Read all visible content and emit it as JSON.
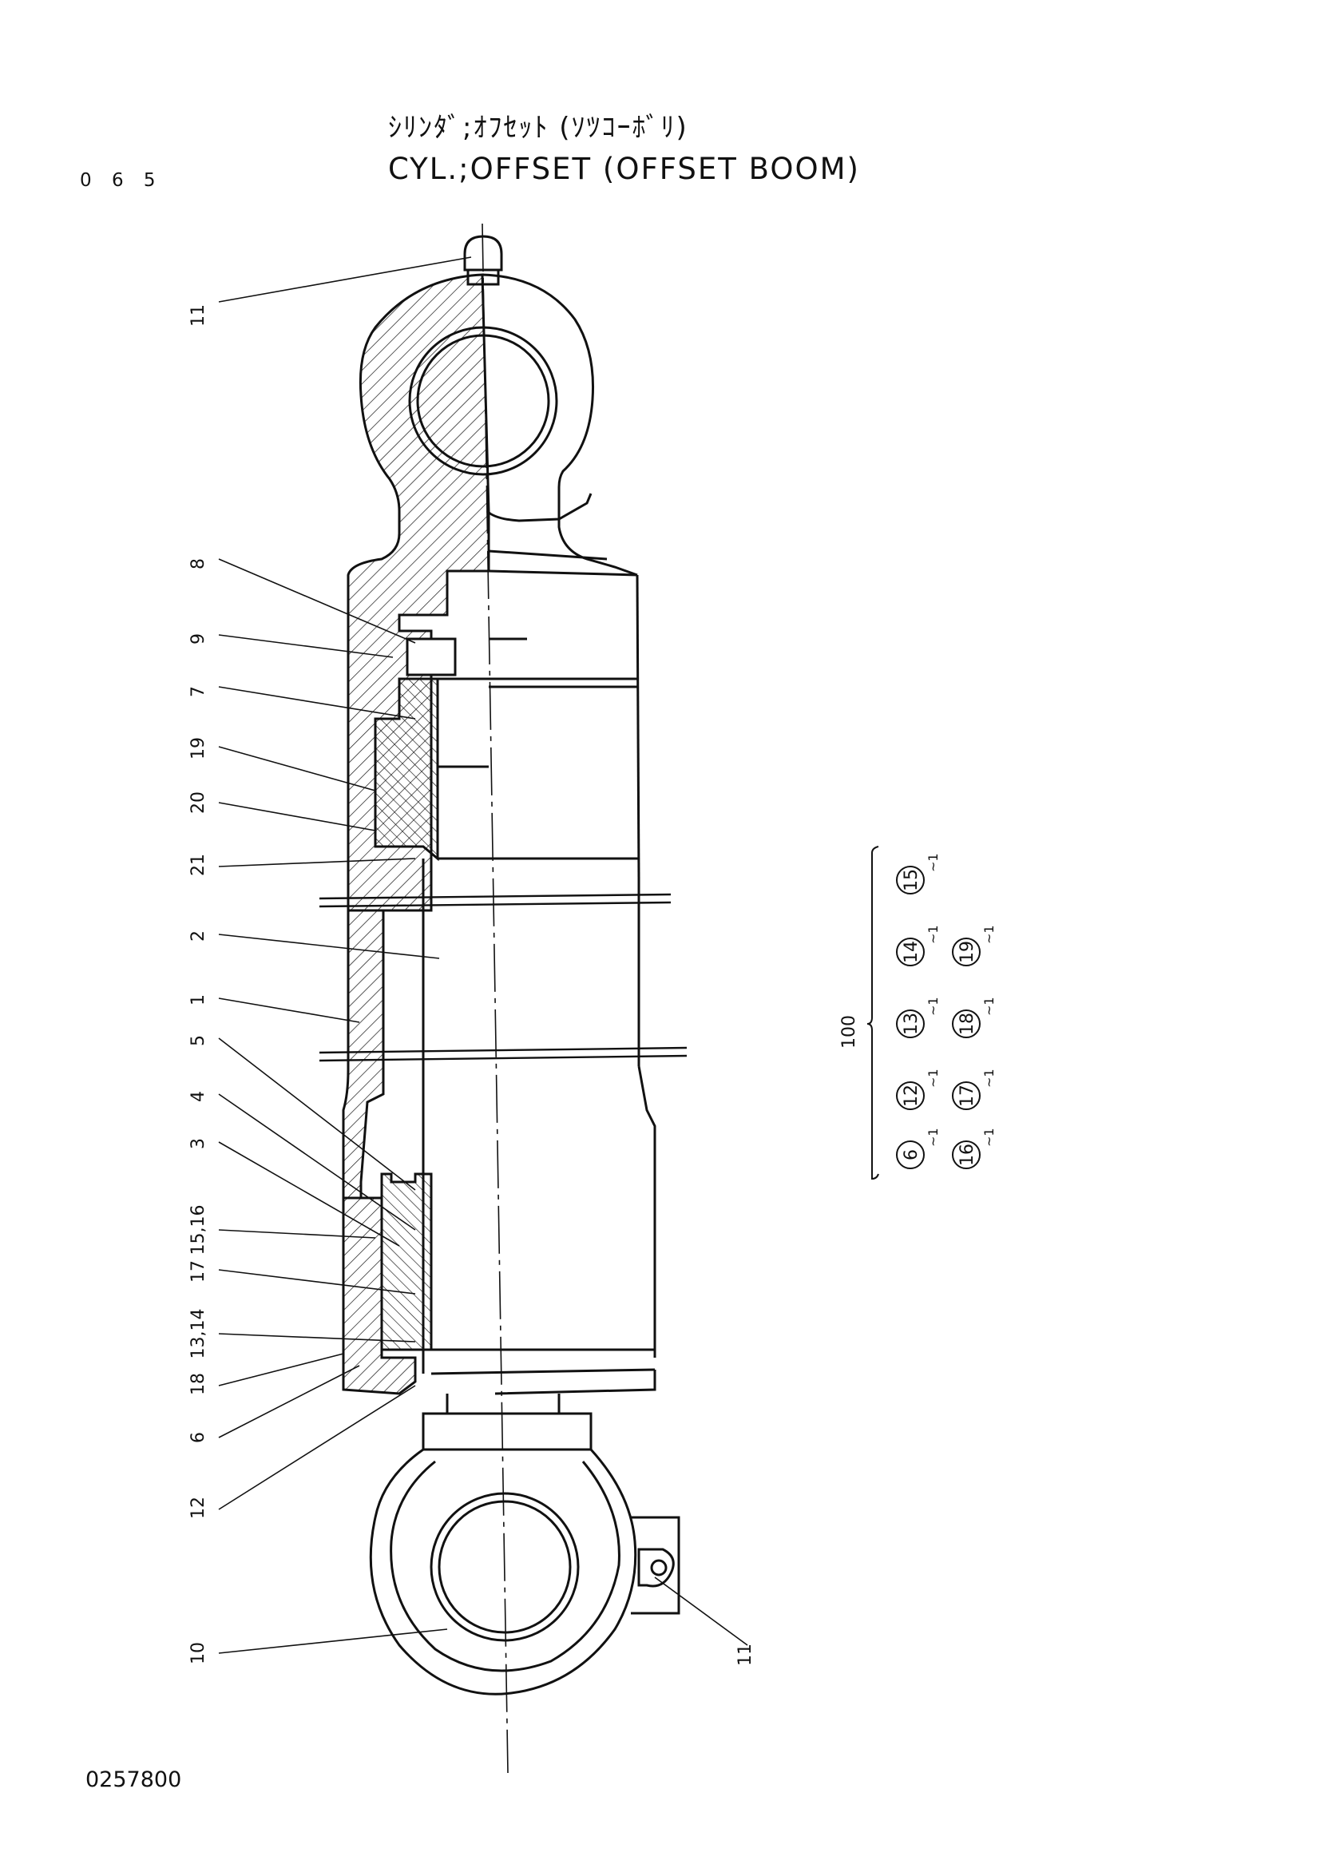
{
  "page_number": "0 6 5",
  "title_jp": "ｼﾘﾝﾀﾞ;ｵﾌｾｯﾄ (ｿﾂｺｰﾎﾞﾘ)",
  "title_en": "CYL.;OFFSET (OFFSET BOOM)",
  "document_number": "0257800",
  "callouts": {
    "c11_top": "11",
    "c8": "8",
    "c9": "9",
    "c7": "7",
    "c19": "19",
    "c20": "20",
    "c21": "21",
    "c2": "2",
    "c1": "1",
    "c5": "5",
    "c4": "4",
    "c3": "3",
    "c15_16": "15,16",
    "c17": "17",
    "c13_14": "13,14",
    "c18": "18",
    "c6": "6",
    "c12": "12",
    "c10": "10",
    "c11_bottom": "11"
  },
  "seal_kit": {
    "number": "100",
    "row1": [
      {
        "part": "15",
        "qty": "1"
      },
      {
        "part": "14",
        "qty": "1"
      },
      {
        "part": "13",
        "qty": "1"
      },
      {
        "part": "12",
        "qty": "1"
      },
      {
        "part": "6",
        "qty": "1"
      }
    ],
    "row2": [
      {
        "part": "19",
        "qty": "1"
      },
      {
        "part": "18",
        "qty": "1"
      },
      {
        "part": "17",
        "qty": "1"
      },
      {
        "part": "16",
        "qty": "1"
      }
    ]
  },
  "colors": {
    "ink": "#111111",
    "paper": "#ffffff"
  }
}
